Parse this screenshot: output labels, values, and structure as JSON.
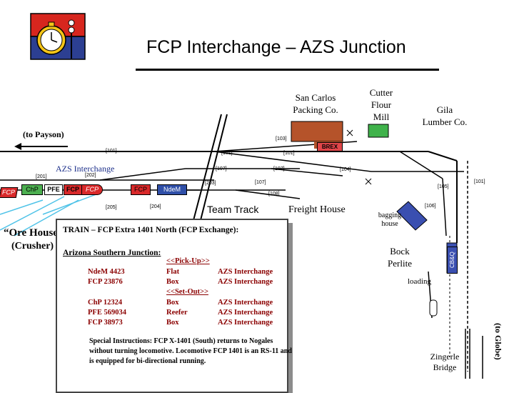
{
  "title": "FCP Interchange – AZS Junction",
  "logo": {
    "icon": "stopwatch-signal-icon",
    "colors": [
      "#d7261e",
      "#2c3f92",
      "#f5c518"
    ]
  },
  "places": {
    "to_payson": "(to Payson)",
    "azs_interchange": "AZS Interchange",
    "ore_house": "“Ore House",
    "crusher": "(Crusher)",
    "team_track": "Team Track",
    "freight_house": "Freight House",
    "san_carlos": [
      "San Carlos",
      "Packing Co."
    ],
    "cutter_flour": [
      "Cutter",
      "Flour",
      "Mill"
    ],
    "gila_lumber": [
      "Gila",
      "Lumber Co."
    ],
    "bagging_house": [
      "bagging",
      "house"
    ],
    "bock_perlite": [
      "Bock",
      "Perlite"
    ],
    "loading": "loading",
    "zingerle_bridge": [
      "Zingerle",
      "Bridge"
    ],
    "to_globe": "(to Globe)"
  },
  "track_labels": {
    "t101_left": "[101]",
    "t101_mid": "[101]",
    "t101_mid2": "[101]",
    "t101_right": "[101]",
    "t103": "[103]",
    "t104": "[104]",
    "t105": "[105]",
    "t106": "[106]",
    "t107a": "[107]",
    "t107b": "[107]",
    "t107c": "[107]",
    "t108": "[108]",
    "t201": "[201]",
    "t202": "[202]",
    "t203": "[203]",
    "t204": "[204]",
    "t205": "[205]"
  },
  "cars": {
    "fcp_left": "FCP",
    "chp": "ChP",
    "pfe": "PFE",
    "fcp_2": "FCP",
    "fcp_loco": "FCP",
    "fcp_4": "FCP",
    "ndem": "NdeM",
    "brex": "BREX",
    "cbq": "CB&Q"
  },
  "colors": {
    "track": "#000000",
    "cyan_track": "#4fc3e8",
    "car_green": "#4caf50",
    "car_red": "#d9292a",
    "car_blue": "#2f4fa8",
    "building_brown": "#b5532a",
    "building_green": "#3fb24a",
    "label_red": "#8b0000",
    "label_blue": "#1c2f8a"
  },
  "panel": {
    "train": "TRAIN – FCP Extra 1401 North (FCP Exchange):",
    "junction": "Arizona Southern Junction:",
    "pickup_header": "<<Pick-Up>>",
    "pickup": [
      {
        "car": "NdeM 4423",
        "type": "Flat",
        "dest": "AZS Interchange"
      },
      {
        "car": "FCP 23876",
        "type": "Box",
        "dest": "AZS Interchange"
      }
    ],
    "setout_header": "<<Set-Out>>",
    "setout": [
      {
        "car": "ChP 12324",
        "type": "Box",
        "dest": "AZS Interchange"
      },
      {
        "car": "PFE 569034",
        "type": "Reefer",
        "dest": "AZS Interchange"
      },
      {
        "car": "FCP 38973",
        "type": "Box",
        "dest": "AZS Interchange"
      }
    ],
    "special": "Special Instructions: FCP X-1401 (South) returns to Nogales without turning locomotive. Locomotive FCP 1401 is an RS-11 and is equipped for bi-directional running."
  }
}
